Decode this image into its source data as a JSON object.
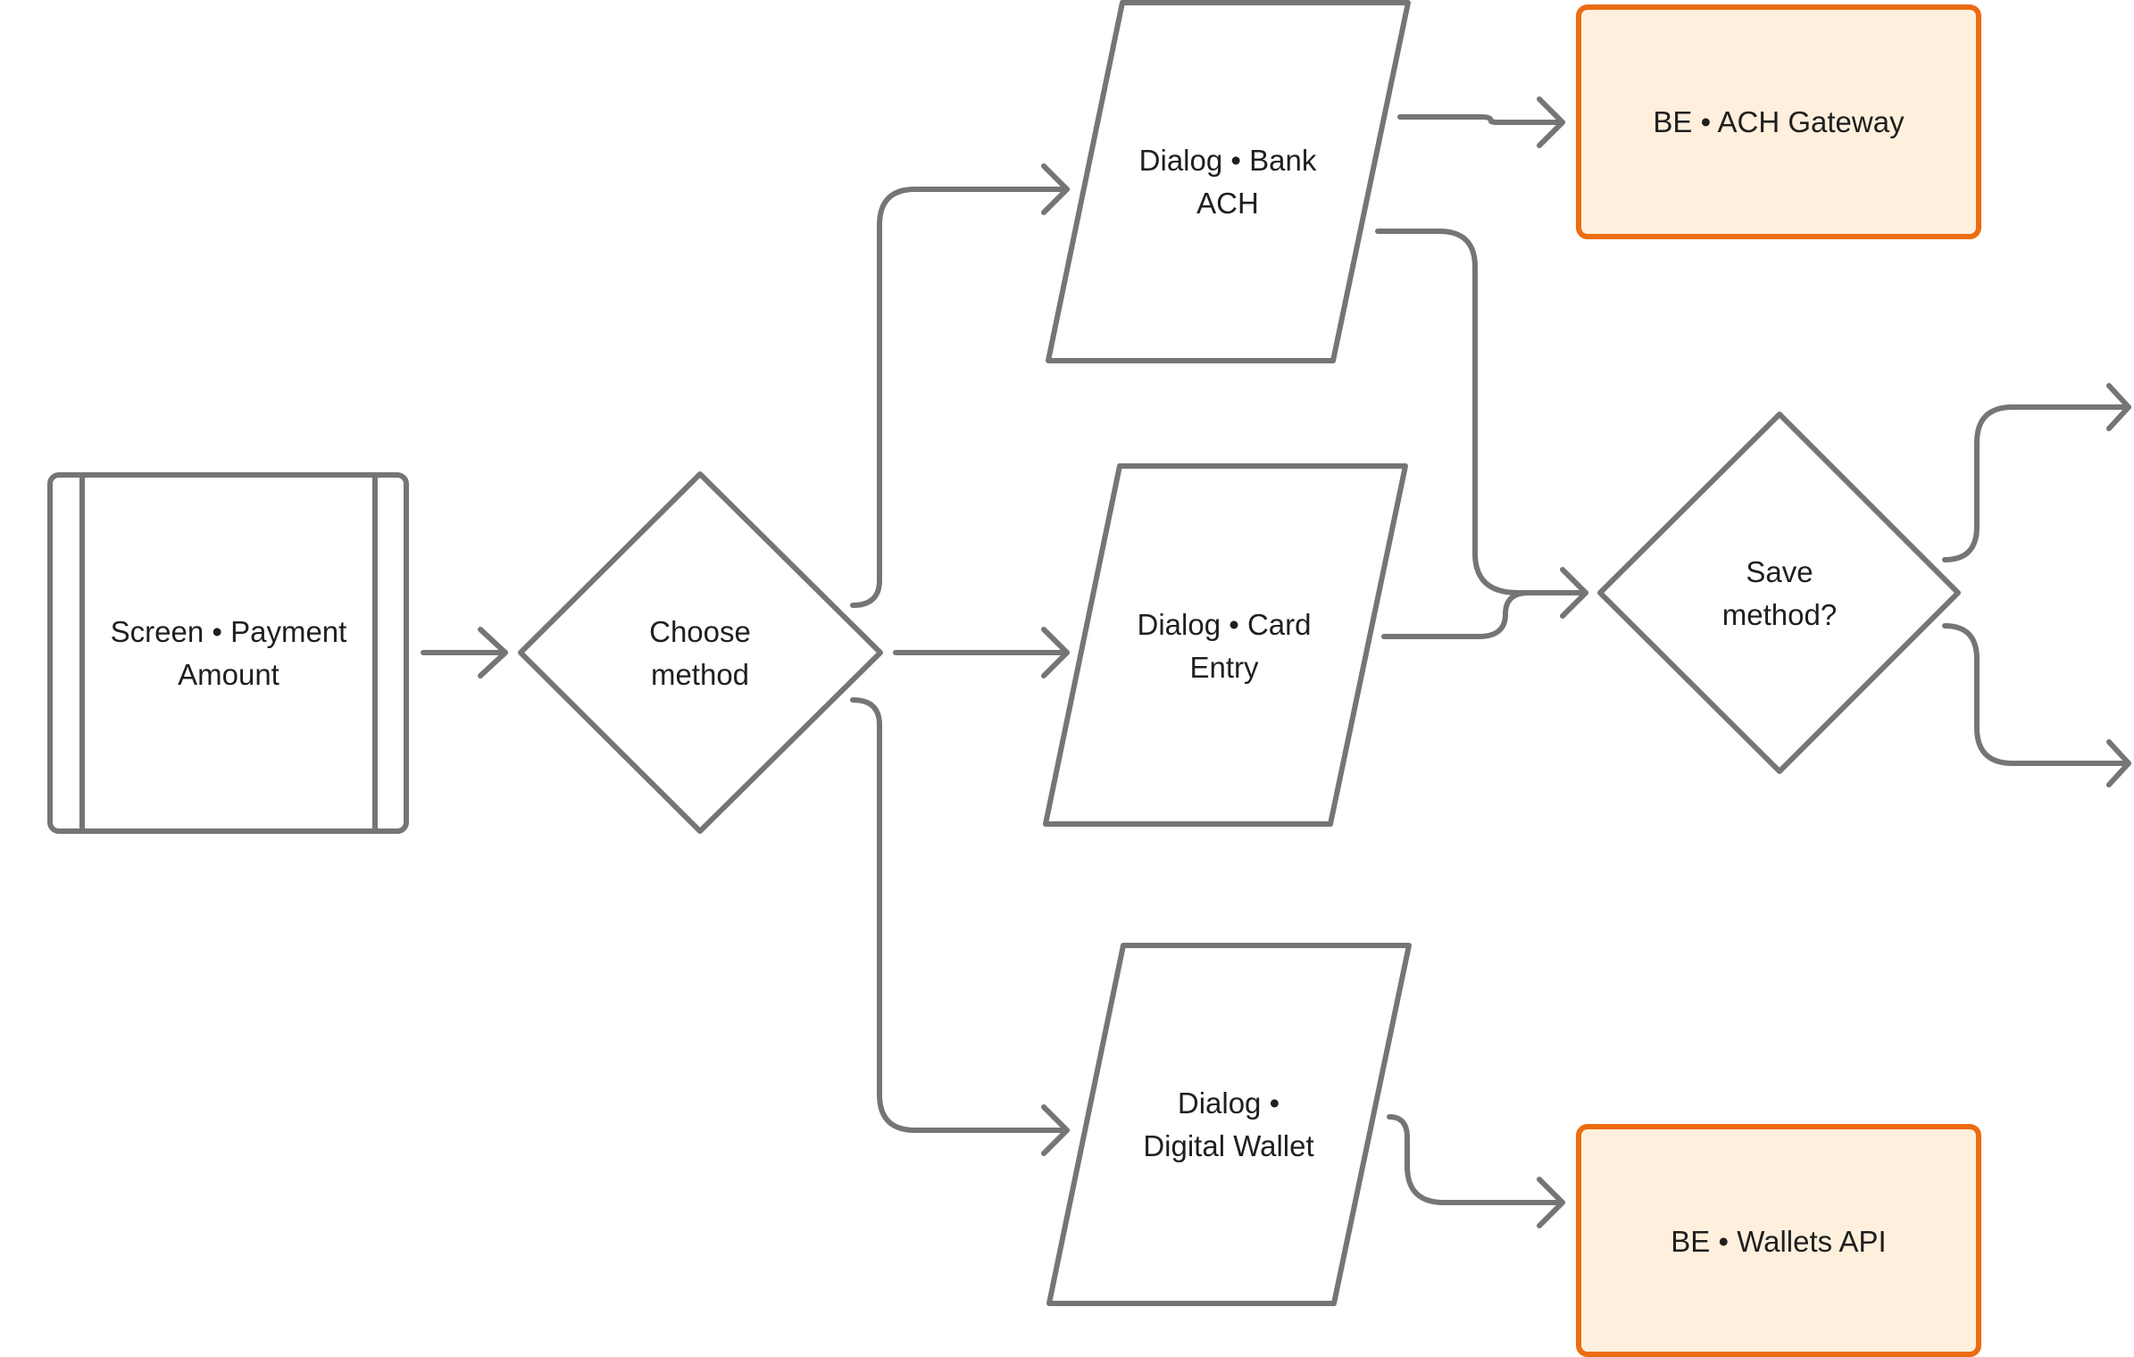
{
  "colors": {
    "stroke": "#757575",
    "backend_stroke": "#ec6c10",
    "backend_fill": "#fff0dd",
    "text": "#1f1f1f",
    "background": "#ffffff"
  },
  "nodes": {
    "screen_payment_amount": {
      "line1": "Screen • Payment",
      "line2": "Amount"
    },
    "choose_method": {
      "line1": "Choose",
      "line2": "method"
    },
    "dialog_bank_ach": {
      "line1": "Dialog • Bank",
      "line2": "ACH"
    },
    "dialog_card_entry": {
      "line1": "Dialog • Card",
      "line2": "Entry"
    },
    "dialog_digital_wallet": {
      "line1": "Dialog •",
      "line2": "Digital Wallet"
    },
    "be_ach_gateway": {
      "line1": "BE • ACH Gateway"
    },
    "be_wallets_api": {
      "line1": "BE • Wallets API"
    },
    "save_method": {
      "line1": "Save",
      "line2": "method?"
    }
  }
}
